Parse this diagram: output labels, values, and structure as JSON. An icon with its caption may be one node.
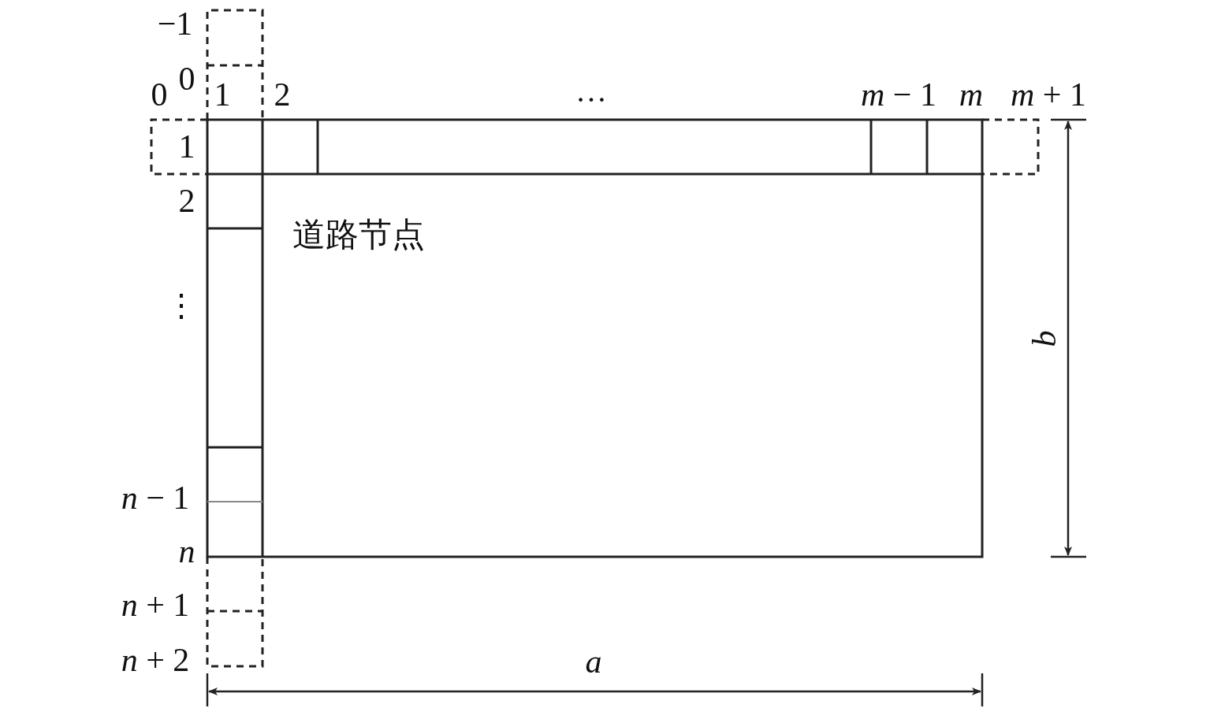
{
  "diagram": {
    "labels": [
      "−1",
      "0",
      "0",
      "1",
      "2",
      "…",
      "*m* − 1",
      "*m*",
      "*m* + 1",
      "1",
      "2",
      "道路节点",
      "⋮",
      "b",
      "*n* − 1",
      "*n*",
      "*n* + 1",
      "*n* + 2",
      "a"
    ]
  }
}
